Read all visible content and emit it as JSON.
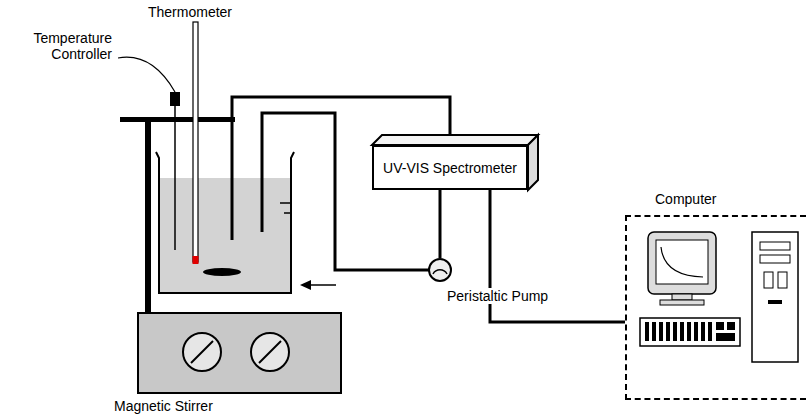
{
  "diagram": {
    "nodes": [
      {
        "text": [
          "UV-VIS Spectrometer"
        ]
      },
      {
        "text": [
          "Peristaltic Pump"
        ]
      },
      {
        "text": [
          "Computer"
        ]
      },
      {
        "text": [
          "Magnetic Stirrer"
        ]
      }
    ],
    "edges": [
      {
        "from": 0,
        "to": 1,
        "arrow": "none"
      },
      {
        "from": 0,
        "to": 2,
        "arrow": "none"
      }
    ],
    "labels": [
      "Thermometer",
      "Temperature Controller"
    ]
  }
}
